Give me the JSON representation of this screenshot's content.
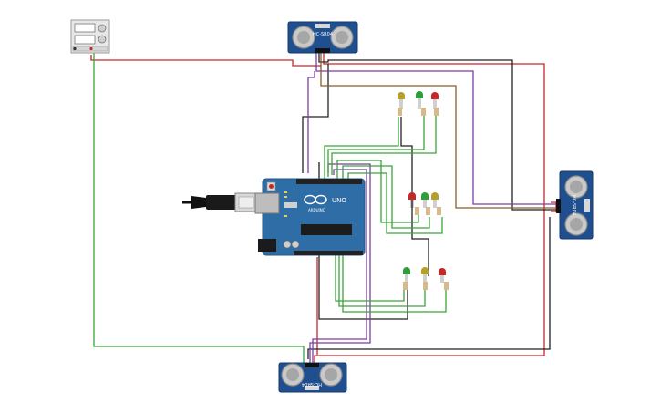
{
  "arduino": {
    "brand": "ARDUINO",
    "model": "UNO"
  },
  "sensors": {
    "top": {
      "label": "HC-SR04"
    },
    "right": {
      "label": "HC-SR04"
    },
    "bottom": {
      "label": "HC-SR04"
    }
  },
  "traffic_lights": [
    {
      "group": "top",
      "leds": [
        "yellow",
        "green",
        "red"
      ]
    },
    {
      "group": "middle",
      "leds": [
        "red",
        "green",
        "yellow"
      ]
    },
    {
      "group": "bottom",
      "leds": [
        "green",
        "yellow",
        "red"
      ]
    }
  ],
  "colors": {
    "board": "#2f6da6",
    "sensor": "#1f4f8f",
    "wire_red": "#c62828",
    "wire_black": "#222222",
    "wire_green": "#3aa33a",
    "wire_purple": "#7b3fa0",
    "wire_brown": "#8b5a2b",
    "led_red": "#c62828",
    "led_green": "#2e9d3a",
    "led_yellow": "#b5a02a"
  }
}
